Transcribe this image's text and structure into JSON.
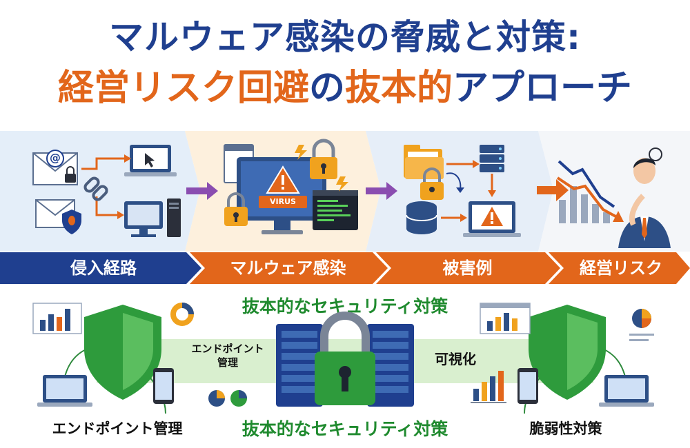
{
  "title": {
    "line1": "マルウェア感染の脅威と対策:",
    "line2_orange": "経営リスク回避",
    "line2_connector": "の",
    "line2_orange2": "抜本的",
    "line2_blue": "アプローチ"
  },
  "stages": [
    {
      "label": "侵入経路"
    },
    {
      "label": "マルウェア感染"
    },
    {
      "label": "被害例"
    },
    {
      "label": "経営リスク"
    }
  ],
  "screen_icons": {
    "email_at": "@",
    "virus_tag": "VIRUS"
  },
  "bottom": {
    "heading_top": "抜本的なセキュリティ対策",
    "heading_bottom": "抜本的なセキュリティ対策",
    "band_left_label": "エンドポイント\n管理",
    "band_right_label": "可視化",
    "caption_left": "エンドポイント管理",
    "caption_right": "脆弱性対策"
  },
  "colors": {
    "navy": "#1f3f8f",
    "orange": "#e2661b",
    "green": "#1f8a2e",
    "light_green": "#d9efcf",
    "shield_green": "#2e9b3c",
    "lock_gold": "#f0a21e"
  }
}
